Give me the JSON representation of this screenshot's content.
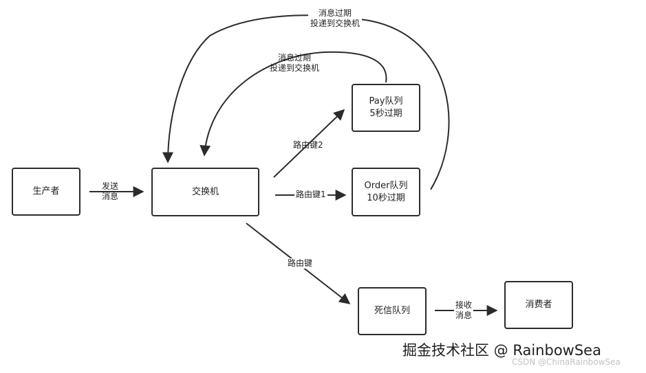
{
  "nodes": {
    "producer": "生产者",
    "exchange": "交换机",
    "pay_queue": {
      "name": "Pay队列",
      "ttl": "5秒过期"
    },
    "order_queue": {
      "name": "Order队列",
      "ttl": "10秒过期"
    },
    "dead_letter_queue": "死信队列",
    "consumer": "消费者"
  },
  "edges": {
    "send": {
      "line1": "发送",
      "line2": "消息"
    },
    "route_key_2": "路由键2",
    "route_key_1": "路由键1",
    "route_key": "路由键",
    "receive": {
      "line1": "接收",
      "line2": "消息"
    },
    "expire_outer": {
      "line1": "消息过期",
      "line2": "投递到交换机"
    },
    "expire_inner": {
      "line1": "消息过期",
      "line2": "投递到交换机"
    }
  },
  "watermark": {
    "main": "掘金技术社区 @ RainbowSea",
    "sub": "CSDN @ChinaRainbowSea"
  },
  "colors": {
    "stroke": "#2b2b2b",
    "text": "#222222",
    "watermark_main": "#1e1e1e",
    "watermark_sub": "#c2c2c2"
  }
}
